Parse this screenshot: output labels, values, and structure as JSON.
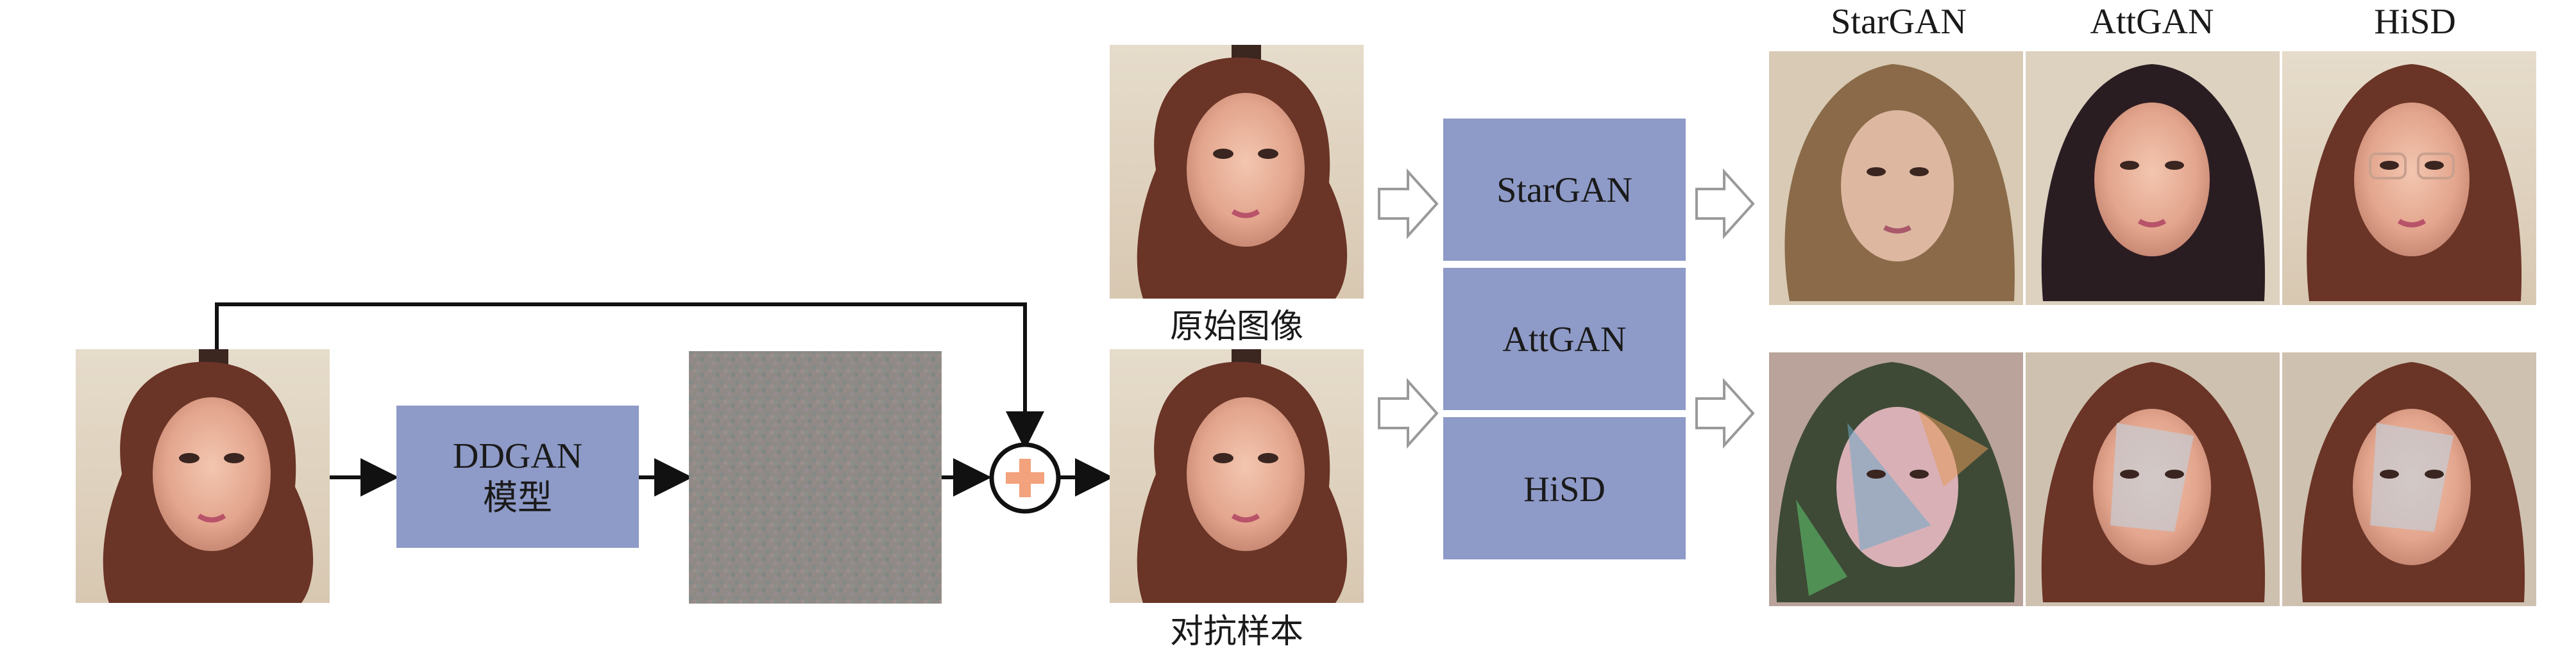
{
  "colors": {
    "model_box": "#8e9ac7",
    "arrow": "#111111",
    "hollow_arrow": "#9a9a9a",
    "plus": "#f2a27c"
  },
  "input_image": {
    "icon": "face-photo-icon"
  },
  "ddgan_box": {
    "line1": "DDGAN",
    "line2": "模型"
  },
  "noise_image": {
    "icon": "perturbation-noise-icon"
  },
  "add_operator": {
    "icon": "plus-circle-icon"
  },
  "original_image": {
    "label": "原始图像",
    "icon": "face-photo-icon"
  },
  "adversarial_image": {
    "label": "对抗样本",
    "icon": "face-photo-icon"
  },
  "target_models": [
    "StarGAN",
    "AttGAN",
    "HiSD"
  ],
  "output_columns": [
    "StarGAN",
    "AttGAN",
    "HiSD"
  ],
  "output_rows": [
    {
      "row": "original",
      "icons": [
        "edited-face-icon",
        "edited-face-icon",
        "edited-face-glasses-icon"
      ]
    },
    {
      "row": "adversarial",
      "icons": [
        "distorted-face-icon",
        "distorted-face-icon",
        "distorted-face-icon"
      ]
    }
  ]
}
